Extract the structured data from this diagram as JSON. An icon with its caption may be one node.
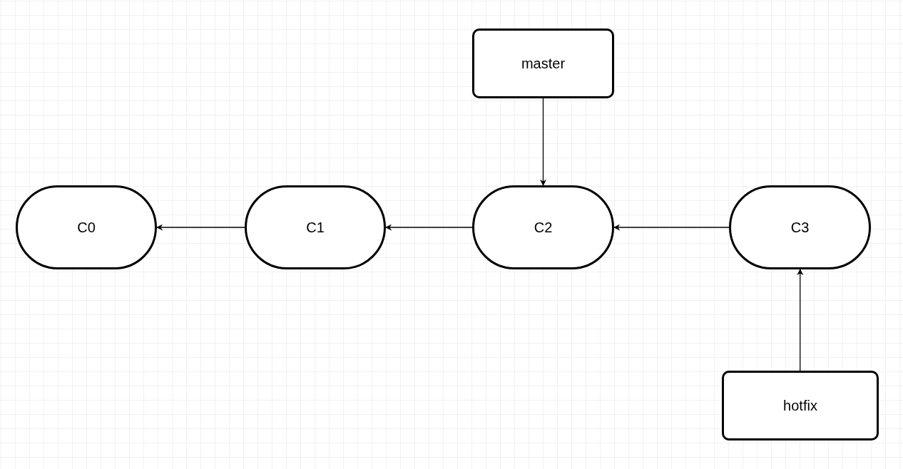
{
  "diagram": {
    "nodes": [
      {
        "text": [
          "master"
        ]
      },
      {
        "text": [
          "C0"
        ]
      },
      {
        "text": [
          "C1"
        ]
      },
      {
        "text": [
          "C2"
        ]
      },
      {
        "text": [
          "C3"
        ]
      },
      {
        "text": [
          "hotfix"
        ]
      }
    ],
    "edges": [
      {
        "from": 2,
        "to": 1,
        "arrow": "to"
      },
      {
        "from": 3,
        "to": 2,
        "arrow": "to"
      },
      {
        "from": 4,
        "to": 3,
        "arrow": "to"
      },
      {
        "from": 0,
        "to": 3,
        "arrow": "to"
      },
      {
        "from": 5,
        "to": 4,
        "arrow": "to"
      }
    ]
  }
}
